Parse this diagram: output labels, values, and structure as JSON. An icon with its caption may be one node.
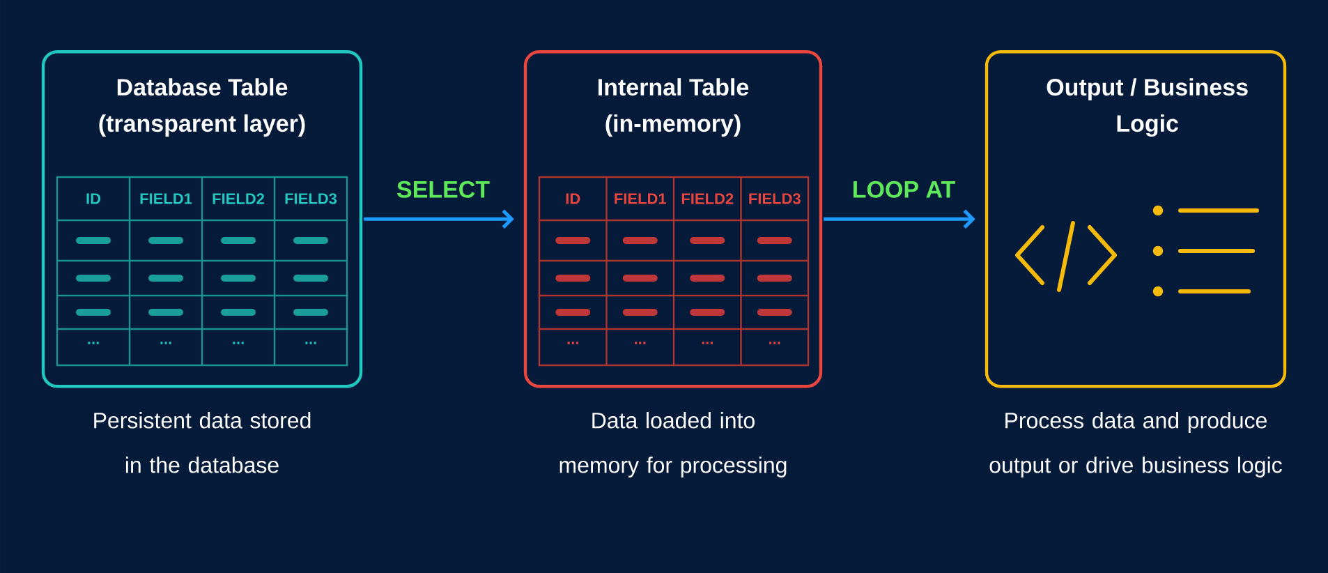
{
  "diagram": {
    "nodes": [
      {
        "text": [
          "Database Table (transparent layer)"
        ],
        "beside": [
          "Persistent data stored in the database"
        ]
      },
      {
        "text": [
          "Internal Table (in-memory)"
        ],
        "beside": [
          "Data loaded into memory for processing"
        ]
      },
      {
        "text": [
          "Output / Business Logic"
        ],
        "beside": [
          "Process data and produce output or drive business logic"
        ]
      }
    ],
    "edges": [
      {
        "from": 0,
        "to": 1,
        "arrow": "to",
        "label": "SELECT"
      },
      {
        "from": 1,
        "to": 2,
        "arrow": "to",
        "label": "LOOP AT"
      }
    ],
    "labels": [
      "ID",
      "FIELD1",
      "FIELD2",
      "FIELD3",
      "...",
      "...",
      "...",
      "...",
      "ID",
      "FIELD1",
      "FIELD2",
      "FIELD3",
      "...",
      "...",
      "...",
      "..."
    ]
  }
}
